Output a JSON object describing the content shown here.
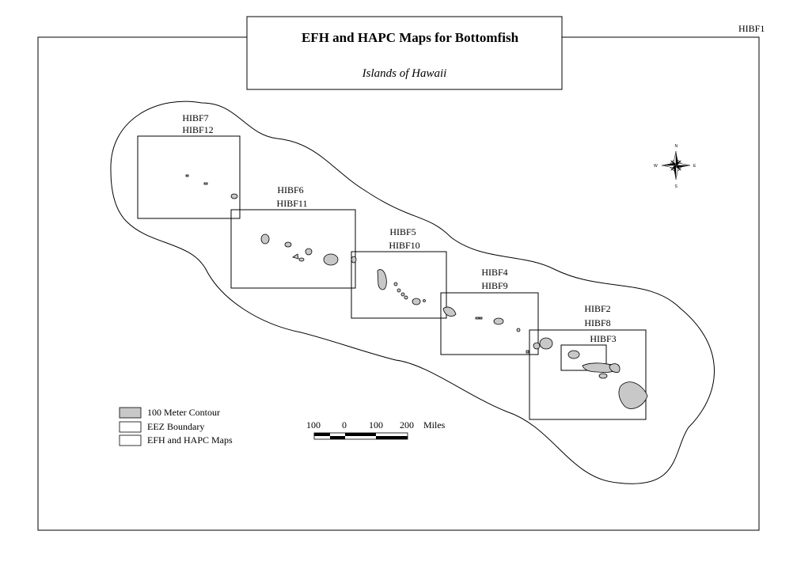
{
  "sheet_code": "HIBF1",
  "title": "EFH and HAPC Maps for Bottomfish",
  "subtitle": "Islands of Hawaii",
  "map_labels": [
    {
      "id": "hibf7-12",
      "line1": "HIBF7",
      "line2": "HIBF12"
    },
    {
      "id": "hibf6-11",
      "line1": "HIBF6",
      "line2": "HIBF11"
    },
    {
      "id": "hibf5-10",
      "line1": "HIBF5",
      "line2": "HIBF10"
    },
    {
      "id": "hibf4-9",
      "line1": "HIBF4",
      "line2": "HIBF9"
    },
    {
      "id": "hibf2-8",
      "line1": "HIBF2",
      "line2": "HIBF8"
    },
    {
      "id": "hibf3",
      "line1": "HIBF3",
      "line2": ""
    }
  ],
  "legend": [
    {
      "label": "100 Meter Contour",
      "swatch_color": "#c8c8c8"
    },
    {
      "label": "EEZ Boundary",
      "swatch_color": "#ffffff"
    },
    {
      "label": "EFH and HAPC Maps",
      "swatch_color": "#ffffff"
    }
  ],
  "scale_bar": {
    "ticks": [
      "100",
      "0",
      "100",
      "200"
    ],
    "unit": "Miles"
  },
  "compass": {
    "n": "N",
    "s": "S",
    "e": "E",
    "w": "W"
  },
  "colors": {
    "contour_fill": "#c8c8c8",
    "line": "#000000",
    "background": "#ffffff"
  }
}
